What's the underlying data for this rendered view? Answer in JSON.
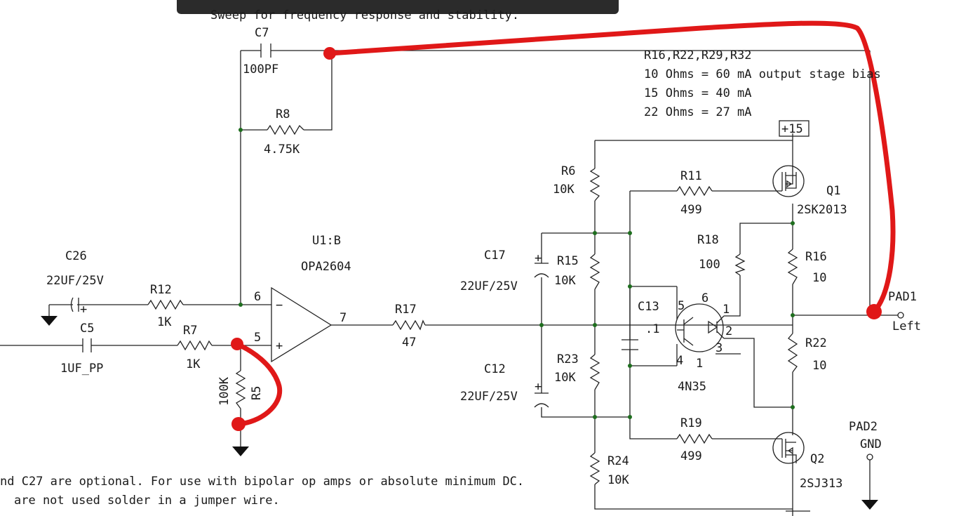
{
  "header": {
    "sweep_note": "Sweep for frequency response and stability."
  },
  "components": {
    "c7": {
      "ref": "C7",
      "value": "100PF"
    },
    "r8": {
      "ref": "R8",
      "value": "4.75K"
    },
    "c26": {
      "ref": "C26",
      "value": "22UF/25V"
    },
    "r12": {
      "ref": "R12",
      "value": "1K"
    },
    "c5": {
      "ref": "C5",
      "value": "1UF_PP"
    },
    "r7": {
      "ref": "R7",
      "value": "1K"
    },
    "r5": {
      "ref": "R5",
      "value": "100K"
    },
    "u1": {
      "ref": "U1:B",
      "value": "OPA2604"
    },
    "r17": {
      "ref": "R17",
      "value": "47"
    },
    "c17": {
      "ref": "C17",
      "value": "22UF/25V"
    },
    "c12": {
      "ref": "C12",
      "value": "22UF/25V"
    },
    "r6": {
      "ref": "R6",
      "value": "10K"
    },
    "r15": {
      "ref": "R15",
      "value": "10K"
    },
    "r23": {
      "ref": "R23",
      "value": "10K"
    },
    "r24": {
      "ref": "R24",
      "value": "10K"
    },
    "r11": {
      "ref": "R11",
      "value": "499"
    },
    "r19": {
      "ref": "R19",
      "value": "499"
    },
    "r18": {
      "ref": "R18",
      "value": "100"
    },
    "c13": {
      "ref": "C13",
      "value": ".1"
    },
    "u2": {
      "value": "4N35"
    },
    "r16": {
      "ref": "R16",
      "value": "10"
    },
    "r22": {
      "ref": "R22",
      "value": "10"
    },
    "q1": {
      "ref": "Q1",
      "value": "2SK2013"
    },
    "q2": {
      "ref": "Q2",
      "value": "2SJ313"
    }
  },
  "pins": {
    "u1_inv": "6",
    "u1_noninv": "5",
    "u1_out": "7",
    "u2_p5": "5",
    "u2_p6": "6",
    "u2_p4": "4",
    "u2_p1a": "1",
    "u2_p1b": "1",
    "u2_p2": "2",
    "u2_p3": "3",
    "u1_minus": "−",
    "u1_plus": "+",
    "c26_plus": "+",
    "c17_plus": "+",
    "c12_plus": "+"
  },
  "power": {
    "vplus": "+15"
  },
  "pads": {
    "pad1": {
      "ref": "PAD1",
      "net": "Left"
    },
    "pad2": {
      "ref": "PAD2",
      "net": "GND"
    }
  },
  "bias_note": {
    "line1": "R16,R22,R29,R32",
    "line2": "10 Ohms = 60 mA output stage bias",
    "line3": "15 Ohms = 40 mA",
    "line4": "22 Ohms = 27 mA"
  },
  "footer_note": {
    "line1": "nd C27 are optional. For use with bipolar op amps or absolute minimum DC.",
    "line2": "are not used solder in a jumper wire."
  },
  "colors": {
    "annotation": "#e01818",
    "junction": "#1e6e1e",
    "toolbar": "#2b2b2b"
  }
}
